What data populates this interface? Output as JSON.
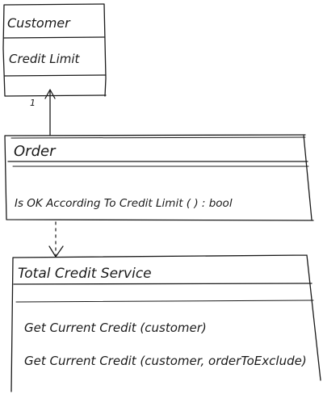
{
  "customer_class": {
    "name": "Customer",
    "attribute": "Credit Limit"
  },
  "association": {
    "multiplicity": "1"
  },
  "order_class": {
    "name": "Order",
    "operation": "Is OK According To Credit Limit ( ) : bool"
  },
  "service_class": {
    "name": "Total Credit Service",
    "operations": [
      "Get Current Credit (customer)",
      "Get Current Credit (customer, orderToExclude)"
    ]
  }
}
